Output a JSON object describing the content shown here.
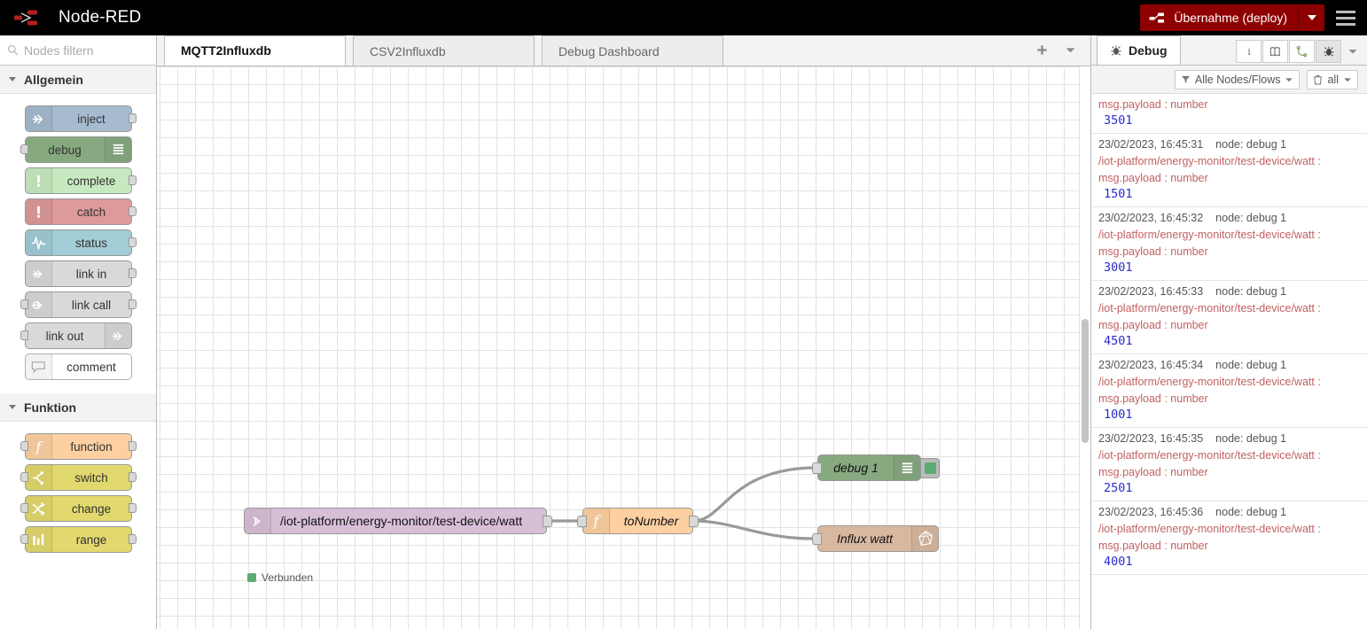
{
  "header": {
    "brand": "Node-RED",
    "logo_icon": "node-red-logo-icon",
    "deploy_label": "Übernahme (deploy)",
    "deploy_icon": "deploy-nodes-icon",
    "deploy_caret_icon": "chevron-down-icon",
    "menu_icon": "hamburger-menu-icon",
    "deploy_color": "#8e0000"
  },
  "palette": {
    "search_placeholder": "Nodes filtern",
    "search_value": "",
    "search_icon": "search-icon",
    "categories": [
      {
        "name": "Allgemein",
        "chevron_icon": "chevron-down-icon",
        "nodes": [
          {
            "label": "inject",
            "icon": "inject-arrow-icon",
            "color": "#a6bbcf",
            "icon_side": "left",
            "ports": "out"
          },
          {
            "label": "debug",
            "icon": "debug-lines-icon",
            "color": "#87a980",
            "icon_side": "right",
            "ports": "in"
          },
          {
            "label": "complete",
            "icon": "exclamation-icon",
            "color": "#c7e9c0",
            "icon_side": "left",
            "ports": "out"
          },
          {
            "label": "catch",
            "icon": "exclamation-icon",
            "color": "#dd9a9a",
            "icon_side": "left",
            "ports": "out"
          },
          {
            "label": "status",
            "icon": "pulse-icon",
            "color": "#a2ccd6",
            "icon_side": "left",
            "ports": "out"
          },
          {
            "label": "link in",
            "icon": "link-in-icon",
            "color": "#d9d9d9",
            "icon_side": "left",
            "ports": "out"
          },
          {
            "label": "link call",
            "icon": "link-call-icon",
            "color": "#d9d9d9",
            "icon_side": "left",
            "ports": "both"
          },
          {
            "label": "link out",
            "icon": "link-out-icon",
            "color": "#d9d9d9",
            "icon_side": "right",
            "ports": "in"
          },
          {
            "label": "comment",
            "icon": "comment-bubble-icon",
            "color": "#ffffff",
            "icon_side": "left",
            "ports": "none"
          }
        ]
      },
      {
        "name": "Funktion",
        "chevron_icon": "chevron-down-icon",
        "nodes": [
          {
            "label": "function",
            "icon": "function-f-icon",
            "color": "#fdd0a2",
            "icon_side": "left",
            "ports": "both"
          },
          {
            "label": "switch",
            "icon": "switch-icon",
            "color": "#e2d96e",
            "icon_side": "left",
            "ports": "both"
          },
          {
            "label": "change",
            "icon": "change-icon",
            "color": "#e2d96e",
            "icon_side": "left",
            "ports": "both"
          },
          {
            "label": "range",
            "icon": "range-icon",
            "color": "#e2d96e",
            "icon_side": "left",
            "ports": "both"
          }
        ]
      }
    ]
  },
  "workspace": {
    "tabs": [
      {
        "label": "MQTT2Influxdb",
        "active": true
      },
      {
        "label": "CSV2Influxdb",
        "active": false
      },
      {
        "label": "Debug Dashboard",
        "active": false
      }
    ],
    "add_tab_icon": "plus-icon",
    "tab_menu_icon": "chevron-down-icon",
    "nodes": [
      {
        "name": "/iot-platform/energy-monitor/test-device/watt",
        "type": "mqtt-in",
        "icon": "mqtt-signal-icon",
        "color": "#d8bfd8",
        "icon_side": "left",
        "status": "Verbunden",
        "status_color": "#5aac72"
      },
      {
        "name": "toNumber",
        "type": "function",
        "icon": "function-f-icon",
        "color": "#fdd0a2",
        "icon_side": "left"
      },
      {
        "name": "debug 1",
        "type": "debug",
        "icon": "debug-lines-icon",
        "color": "#87a980",
        "icon_side": "right"
      },
      {
        "name": "Influx watt",
        "type": "influxdb-out",
        "icon": "influxdb-logo-icon",
        "color": "#d9b8a0",
        "icon_side": "right"
      }
    ]
  },
  "sidebar": {
    "tab_label": "Debug",
    "tab_icon": "bug-icon",
    "icon_buttons": [
      {
        "name": "info-icon",
        "active": false
      },
      {
        "name": "help-book-icon",
        "active": false
      },
      {
        "name": "config-nodes-icon",
        "active": false
      },
      {
        "name": "bug-icon",
        "active": true
      }
    ],
    "more_icon": "chevron-down-icon",
    "filter": {
      "label": "Alle Nodes/Flows",
      "icon": "filter-icon",
      "caret_icon": "chevron-down-icon"
    },
    "clear": {
      "label": "all",
      "icon": "trash-icon",
      "caret_icon": "chevron-down-icon"
    },
    "messages": [
      {
        "timestamp": "",
        "node": "",
        "topic": "",
        "property": "msg.payload : number",
        "value": "3501",
        "partial": true
      },
      {
        "timestamp": "23/02/2023, 16:45:31",
        "node": "node: debug 1",
        "topic": "/iot-platform/energy-monitor/test-device/watt :",
        "property": "msg.payload : number",
        "value": "1501",
        "partial": false
      },
      {
        "timestamp": "23/02/2023, 16:45:32",
        "node": "node: debug 1",
        "topic": "/iot-platform/energy-monitor/test-device/watt :",
        "property": "msg.payload : number",
        "value": "3001",
        "partial": false
      },
      {
        "timestamp": "23/02/2023, 16:45:33",
        "node": "node: debug 1",
        "topic": "/iot-platform/energy-monitor/test-device/watt :",
        "property": "msg.payload : number",
        "value": "4501",
        "partial": false
      },
      {
        "timestamp": "23/02/2023, 16:45:34",
        "node": "node: debug 1",
        "topic": "/iot-platform/energy-monitor/test-device/watt :",
        "property": "msg.payload : number",
        "value": "1001",
        "partial": false
      },
      {
        "timestamp": "23/02/2023, 16:45:35",
        "node": "node: debug 1",
        "topic": "/iot-platform/energy-monitor/test-device/watt :",
        "property": "msg.payload : number",
        "value": "2501",
        "partial": false
      },
      {
        "timestamp": "23/02/2023, 16:45:36",
        "node": "node: debug 1",
        "topic": "/iot-platform/energy-monitor/test-device/watt :",
        "property": "msg.payload : number",
        "value": "4001",
        "partial": false
      }
    ]
  }
}
